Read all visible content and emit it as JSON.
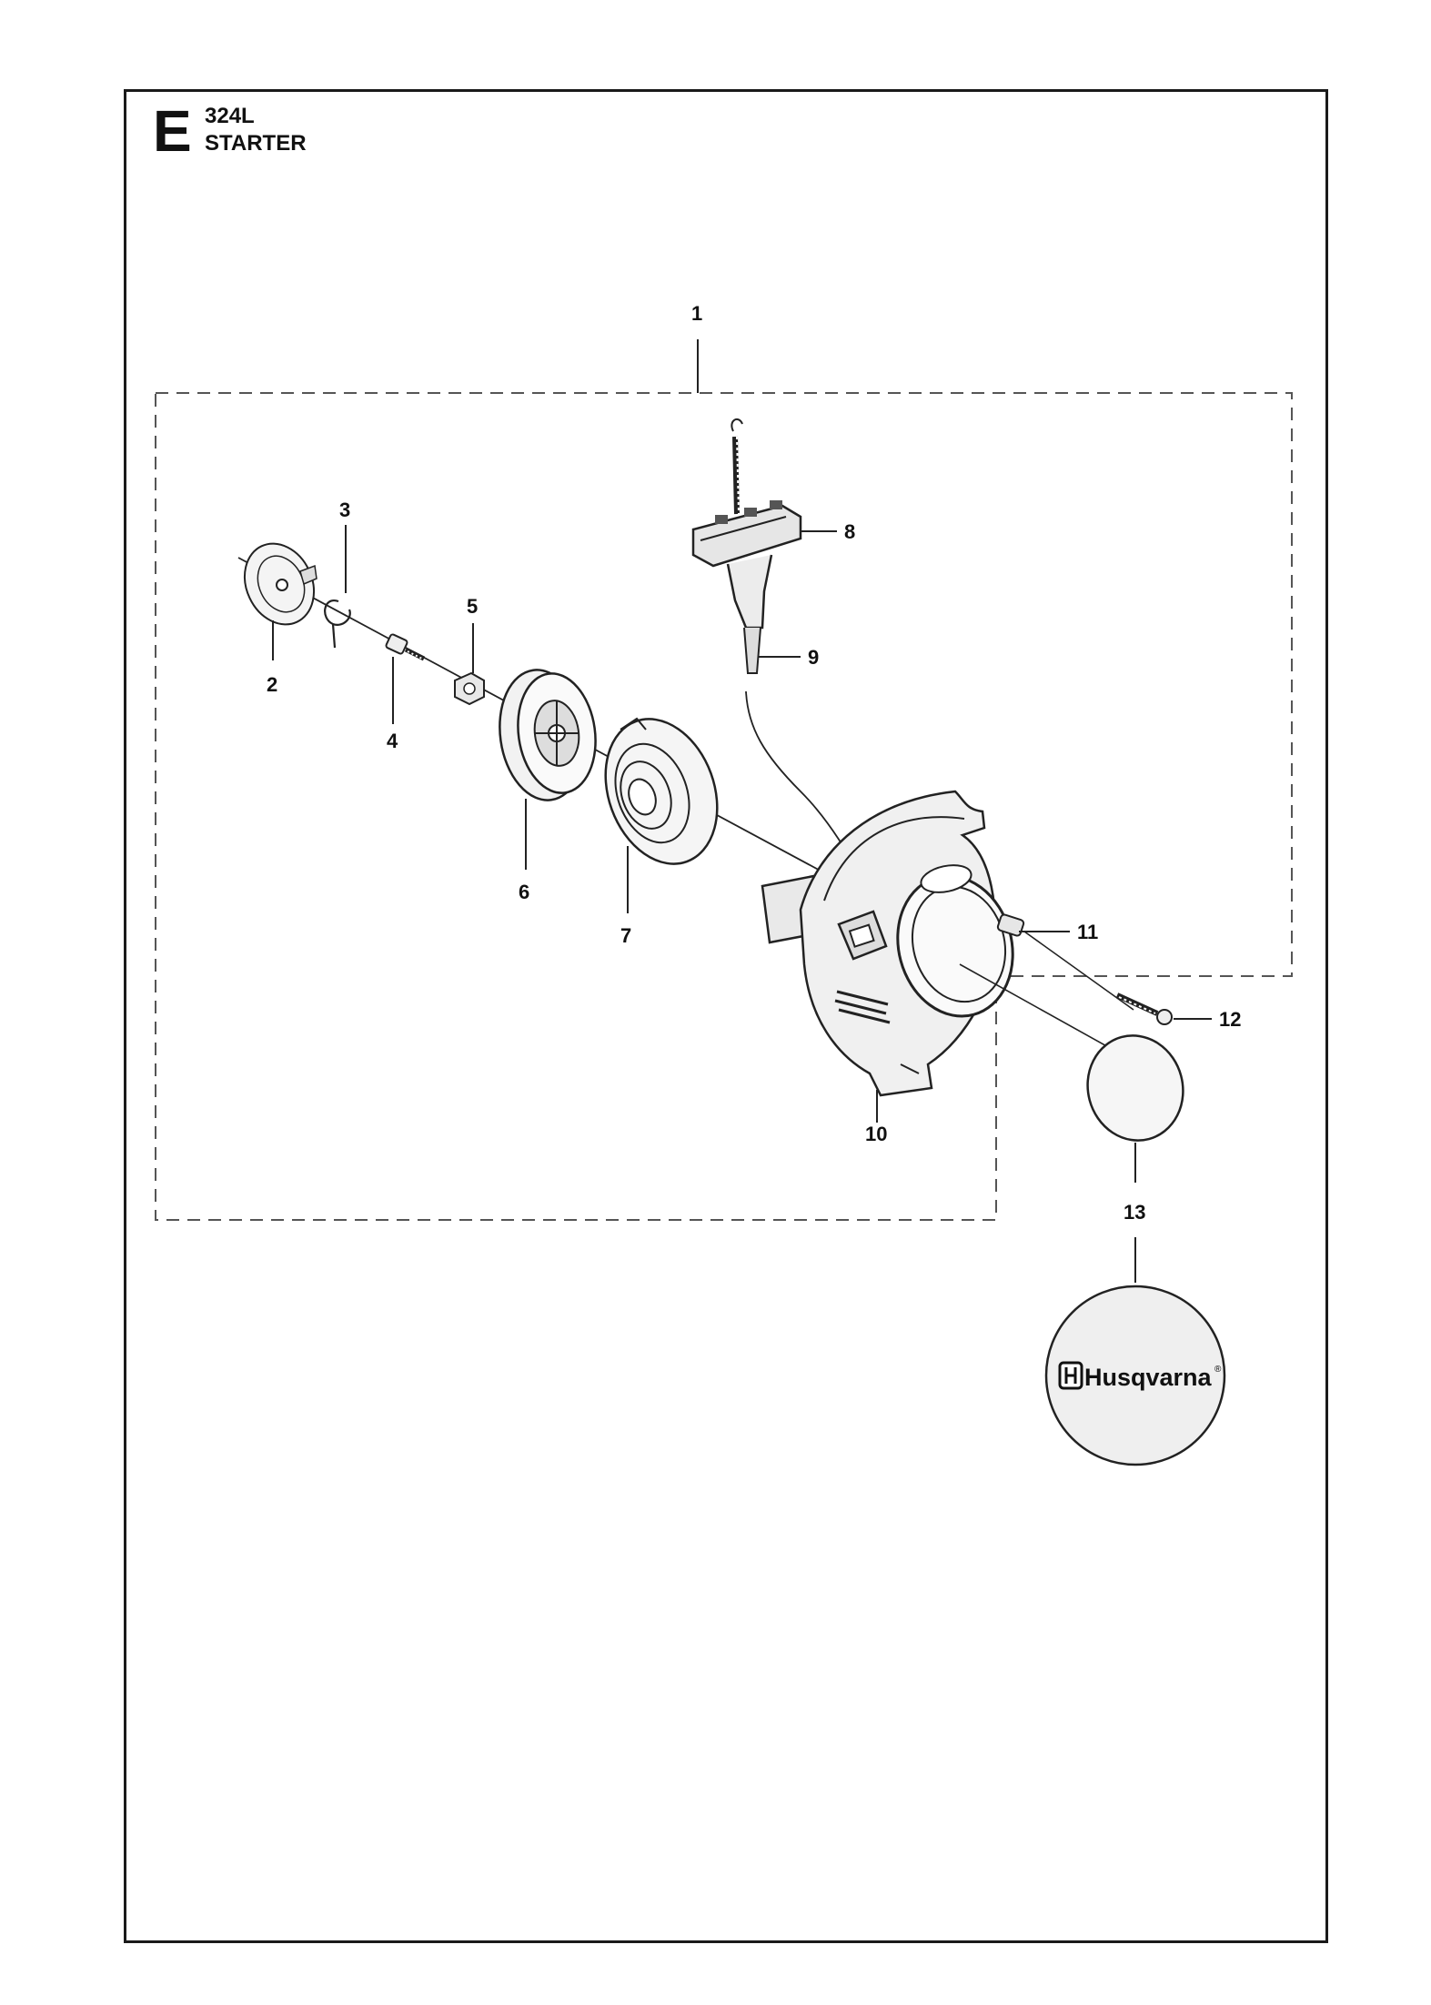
{
  "header": {
    "section_letter": "E",
    "model": "324L",
    "title": "STARTER"
  },
  "callouts": [
    {
      "id": "1",
      "label": "1"
    },
    {
      "id": "2",
      "label": "2"
    },
    {
      "id": "3",
      "label": "3"
    },
    {
      "id": "4",
      "label": "4"
    },
    {
      "id": "5",
      "label": "5"
    },
    {
      "id": "6",
      "label": "6"
    },
    {
      "id": "7",
      "label": "7"
    },
    {
      "id": "8",
      "label": "8"
    },
    {
      "id": "9",
      "label": "9"
    },
    {
      "id": "10",
      "label": "10"
    },
    {
      "id": "11",
      "label": "11"
    },
    {
      "id": "12",
      "label": "12"
    },
    {
      "id": "13",
      "label": "13"
    }
  ],
  "decal": {
    "brand": "Husqvarna",
    "trademark": "®"
  }
}
